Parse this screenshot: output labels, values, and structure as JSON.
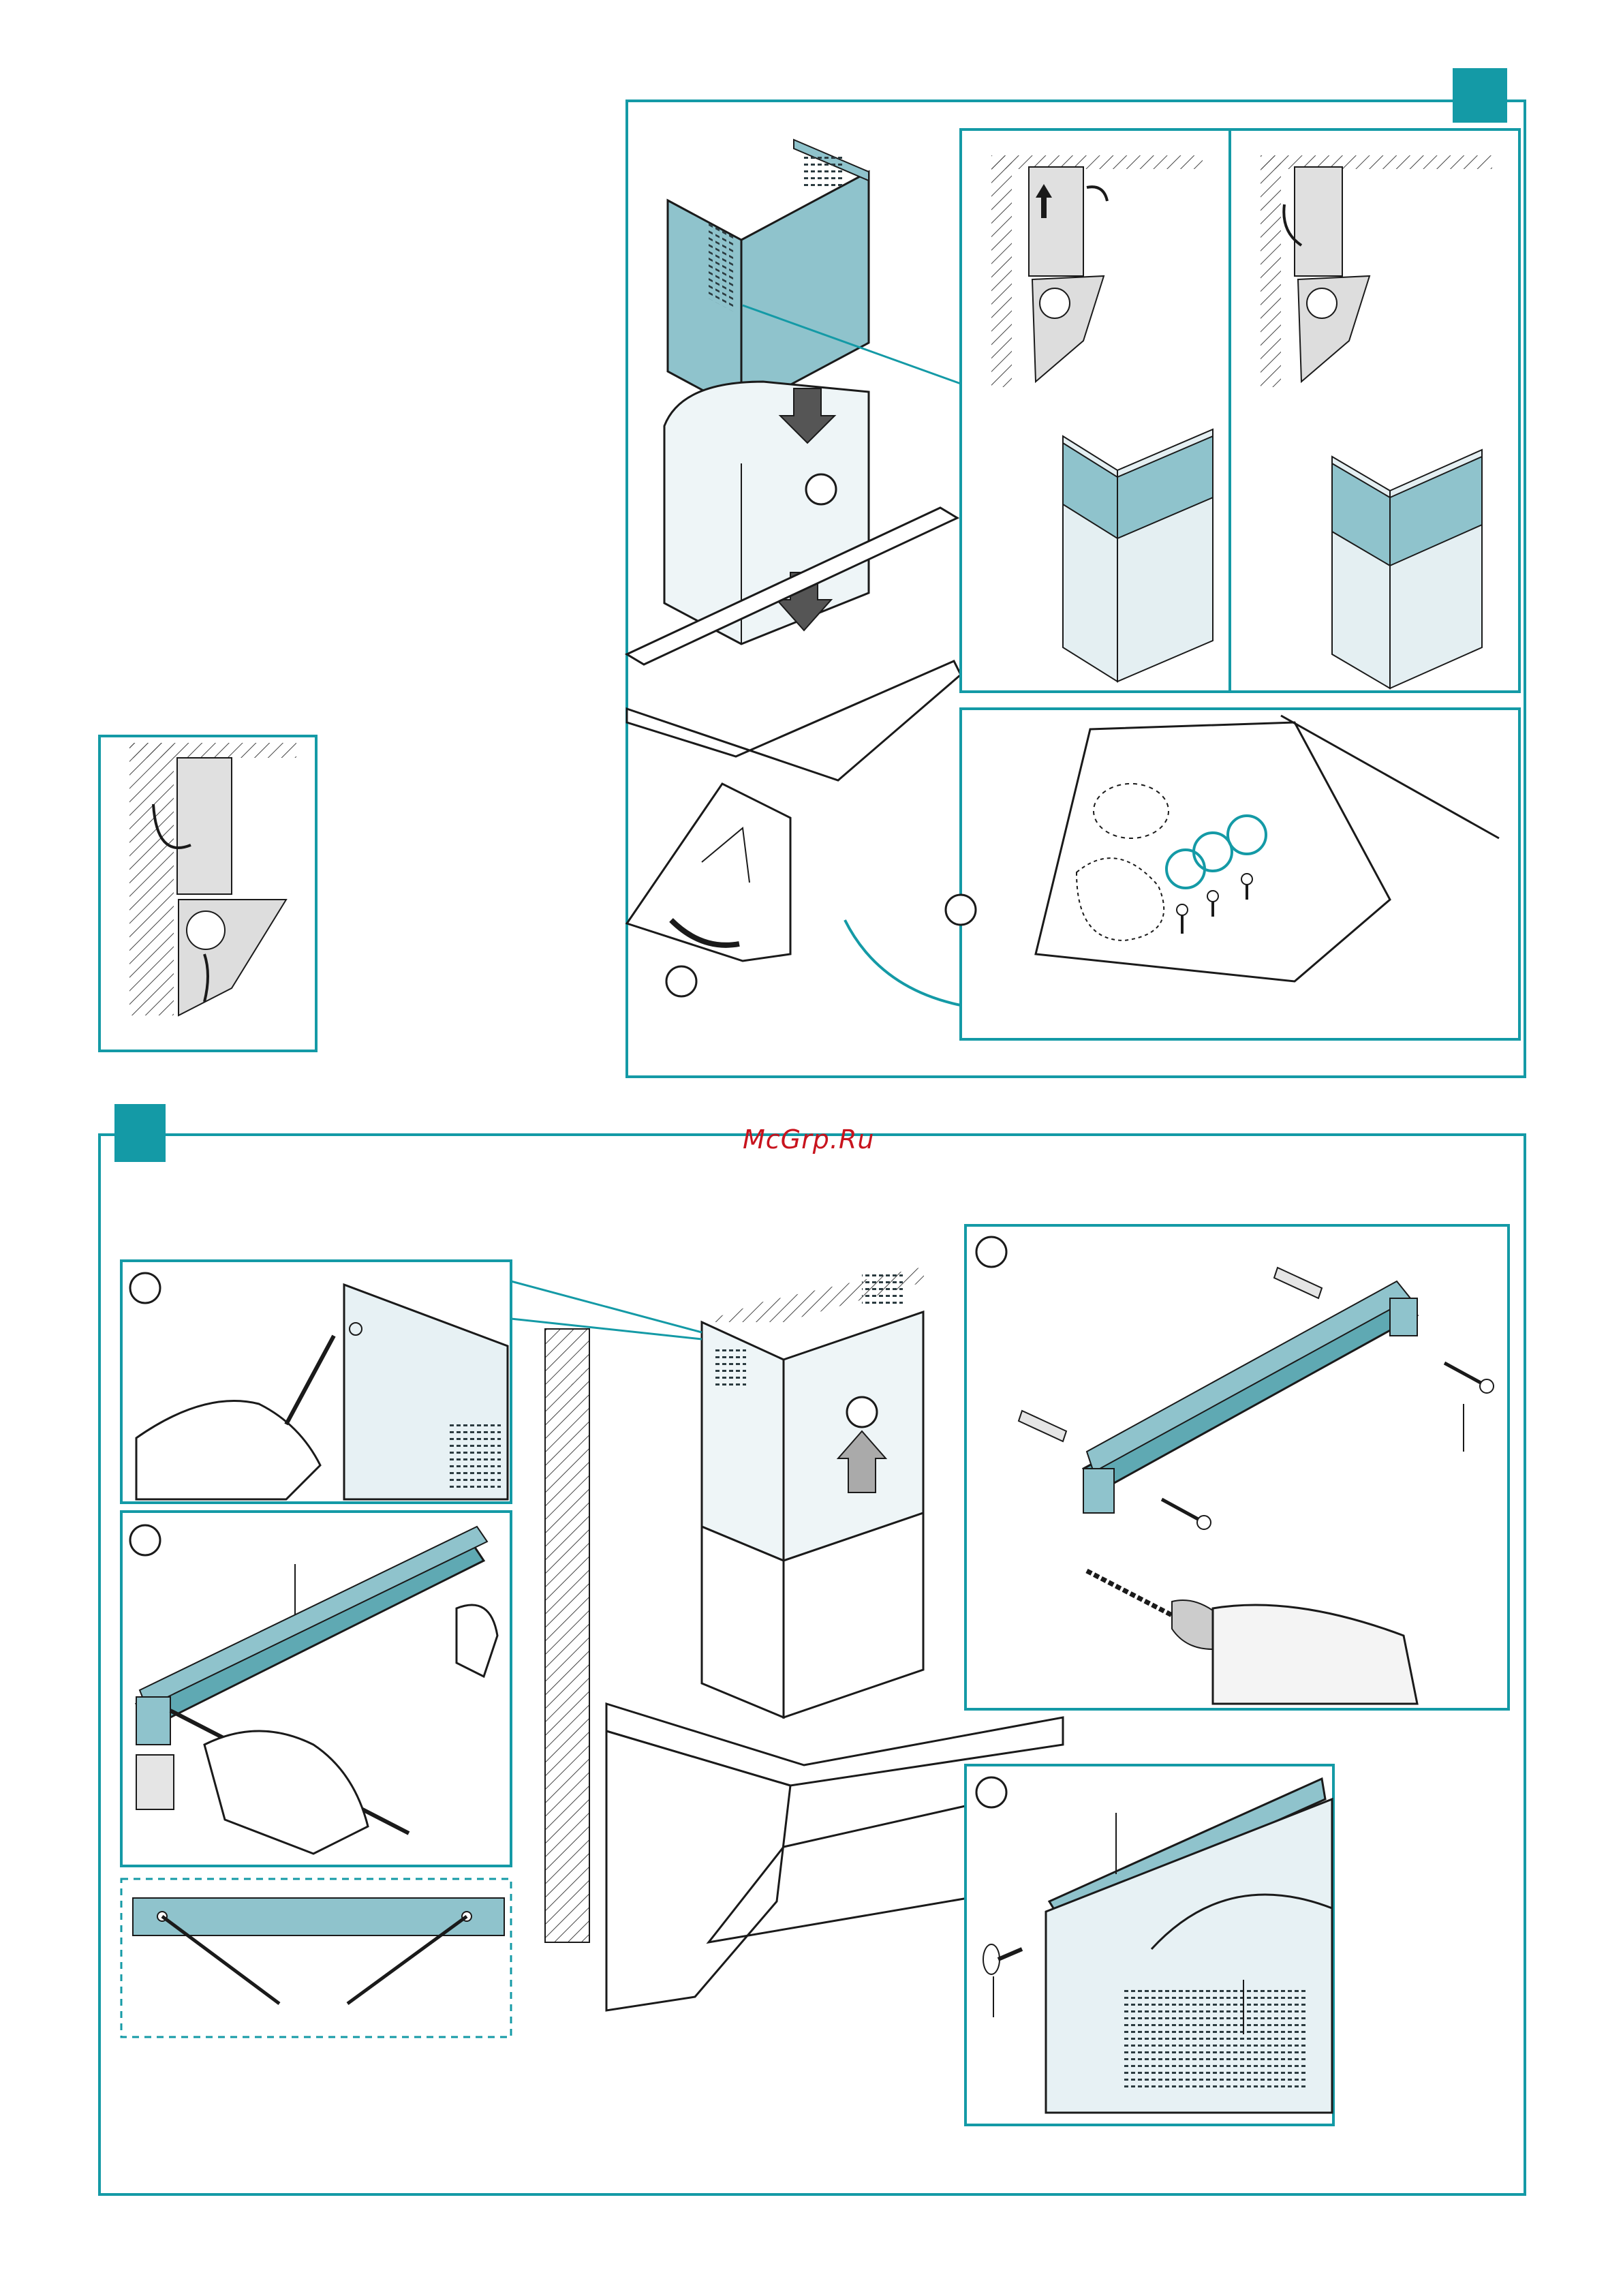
{
  "page": {
    "watermark": "McGrp.Ru"
  },
  "colors": {
    "teal": "#149aa6",
    "teal_light": "#8fc3cc",
    "part_fill": "#e7f1f4",
    "outline": "#1a1a1a",
    "hatch": "#444444"
  },
  "figures": [
    {
      "id": "upper-step",
      "badge": "filled-teal-square",
      "panels": [
        "chimney-assembly",
        "exhaust-mode",
        "recirculation-mode",
        "screw-detail"
      ]
    },
    {
      "id": "side-detail",
      "panels": [
        "recirculation-airflow"
      ]
    },
    {
      "id": "lower-step",
      "badge": "filled-teal-square",
      "panels": [
        "pencil-marking",
        "bracket-marking",
        "bracket-template",
        "wall-plug-drilling",
        "chimney-screw-fixing"
      ]
    }
  ],
  "icons": [
    "arrow-down-icon",
    "arrow-up-icon",
    "airflow-arrow-icon",
    "screw-icon",
    "wall-plug-icon",
    "drill-icon",
    "pencil-icon",
    "hand-icon"
  ]
}
